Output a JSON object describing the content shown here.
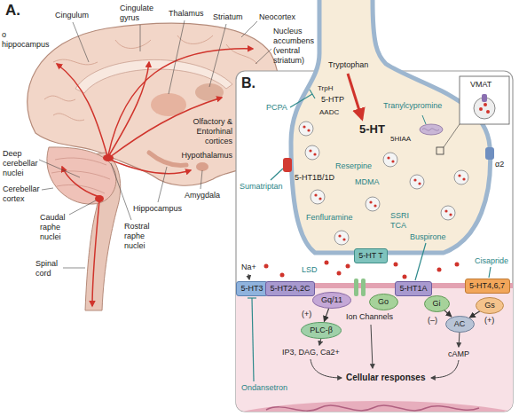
{
  "diagram": {
    "nodes": [
      {
        "text": [
          "5-HT T"
        ]
      },
      {
        "text": [
          "5-HT4,6,7"
        ]
      },
      {
        "text": [
          "5-HT3"
        ]
      },
      {
        "text": [
          "5-HT2A,2C"
        ]
      },
      {
        "text": [
          "Gq/11"
        ]
      },
      {
        "text": [
          "Go"
        ]
      },
      {
        "text": [
          "5-HT1A"
        ]
      },
      {
        "text": [
          "Gi"
        ]
      },
      {
        "text": [
          "AC"
        ]
      },
      {
        "text": [
          "Gs"
        ]
      },
      {
        "text": [
          "PLC-β"
        ]
      }
    ],
    "edges": [
      {
        "from": 4,
        "to": 10,
        "arrow": "to"
      },
      {
        "from": 7,
        "to": 8,
        "arrow": "to"
      },
      {
        "from": 9,
        "to": 8,
        "arrow": "to"
      }
    ],
    "labels": [
      "A.",
      "Cingulate gyrus",
      "Cingulum",
      "Thalamus",
      "Striatum",
      "Neocortex",
      "o hippocampus",
      "Nucleus accumbens (ventral striatum)",
      "Olfactory & Entorhinal cortices",
      "Hypothalamus",
      "Deep cerebellar nuclei",
      "Amygdala",
      "Cerebellar cortex",
      "Hippocampus",
      "Caudal raphe nuclei",
      "Rostral raphe nuclei",
      "Spinal cord",
      "B.",
      "Tryptophan",
      "TrpH",
      "5-HTP",
      "PCPA",
      "AADC",
      "VMAT",
      "5-HT",
      "Tranylcypromine",
      "5HIAA",
      "α2",
      "Reserpine",
      "5-HT1B/1D",
      "MDMA",
      "Sumatriptan",
      "SSRI TCA",
      "Fenfluramine",
      "Buspirone",
      "Cisapride",
      "LSD",
      "Na+",
      "(+)",
      "Ion Channels",
      "(–)",
      "(+)",
      "IP3, DAG, Ca2+",
      "cAMP",
      "Cellular responses",
      "Ondansetron"
    ]
  }
}
